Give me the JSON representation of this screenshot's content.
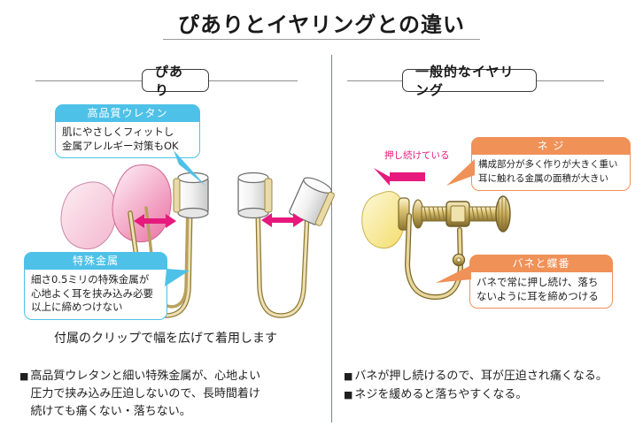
{
  "title": "ぴありとイヤリングとの違い",
  "sections": {
    "left": {
      "label": "ぴあり"
    },
    "right": {
      "label": "一般的なイヤリング"
    }
  },
  "callouts": {
    "urethane": {
      "header": "高品質ウレタン",
      "lines": [
        "肌にやさしくフィットし",
        "金属アレルギー対策もOK"
      ],
      "color": "#4ec1e8"
    },
    "special_metal": {
      "header": "特殊金属",
      "lines": [
        "細さ0.5ミリの特殊金属が",
        "心地よく耳を挟み込み必要",
        "以上に締めつけない"
      ],
      "color": "#4ec1e8"
    },
    "screw": {
      "header": "ネ ジ",
      "lines": [
        "構成部分が多く作りが大きく重い",
        "耳に触れる金属の面積が大きい"
      ],
      "color": "#f09158"
    },
    "spring_hinge": {
      "header": "バネと蝶番",
      "lines": [
        "バネで常に押し続け、落ち",
        "ないように耳を締めつける"
      ],
      "color": "#f09158"
    }
  },
  "annotations": {
    "press_label": "押し続けている",
    "clip_caption": "付属のクリップで幅を広げて着用します"
  },
  "bullets": {
    "marker": "■",
    "left": [
      [
        "高品質ウレタンと細い特殊金属が、心地よい",
        "圧力で挟み込み圧迫しないので、長時間着け",
        "続けても痛くない・落ちない。"
      ]
    ],
    "right": [
      [
        "バネが押し続けるので、耳が圧迫され痛くなる。"
      ],
      [
        "ネジを緩めると落ちやすくなる。"
      ]
    ]
  },
  "colors": {
    "blue": "#4ec1e8",
    "orange": "#f09158",
    "pink_arrow": "#e6197d",
    "earlobe_pink": "#f2a9c4",
    "earlobe_yellow": "#f5e27a",
    "metal_gold": "#c8ae5e"
  }
}
